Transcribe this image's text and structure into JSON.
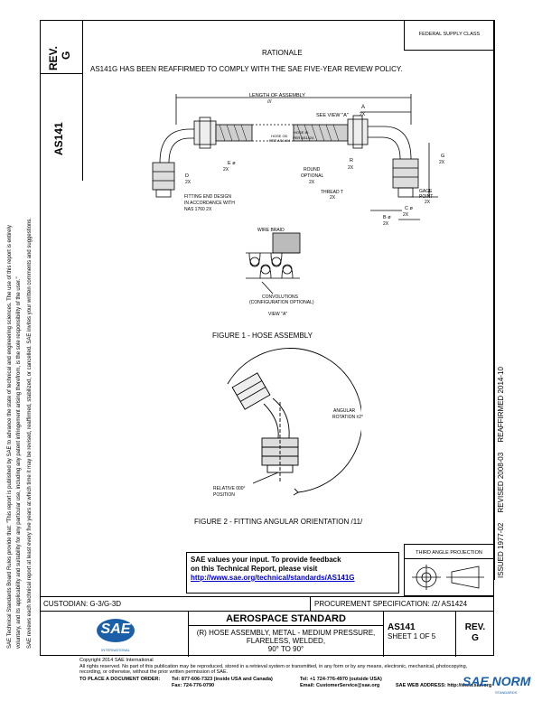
{
  "header": {
    "rev_label": "REV.",
    "rev_value": "G",
    "doc_number": "AS141",
    "federal_supply_class": "FEDERAL SUPPLY CLASS"
  },
  "side_notice": {
    "line1": "SAE Technical Standards Board Rules provide that: \"This report is published by SAE to advance the state of technical and engineering sciences. The use of this report is entirely",
    "line2": "voluntary, and its applicability and suitability for any particular use, including any patent infringement arising therefrom, is the sole responsibility of the user.\"",
    "line3": "SAE reviews each technical report at least every five years at which time it may be revised, reaffirmed, stabilized, or cancelled. SAE invites your written comments and suggestions."
  },
  "right_strip": {
    "issued": "ISSUED 1977-02",
    "revised": "REVISED 2008-03",
    "reaffirmed": "REAFFIRMED 2014-10"
  },
  "rationale": {
    "heading": "RATIONALE",
    "text": "AS141G HAS BEEN REAFFIRMED TO COMPLY WITH THE SAE FIVE-YEAR REVIEW POLICY."
  },
  "figure1": {
    "caption": "FIGURE 1 - HOSE ASSEMBLY",
    "labels": {
      "length": "LENGTH OF ASSEMBLY",
      "length_sym": "///",
      "see_view": "SEE VIEW \"A\"",
      "a_dim": "A",
      "a_count": "2X",
      "hose_od": "HOSE OD",
      "per_as": "PER AS1464",
      "hose_id": "HOSE ID",
      "per_as2": "PER AS1424",
      "e_dim": "E",
      "e_sub": "ø",
      "e_count": "2X",
      "d_dim": "D",
      "d_count": "2X",
      "round": "ROUND",
      "optional": "OPTIONAL",
      "round_count": "2X",
      "r_dim": "R",
      "r_count": "2X",
      "g_dim": "G",
      "g_count": "2X",
      "thread": "THREAD T",
      "thread_count": "2X",
      "gage": "GAGE",
      "point": "POINT",
      "gage_count": "2X",
      "fitting1": "FITTING END DESIGN",
      "fitting2": "IN ACCORDANCE WITH",
      "fitting3": "NAS 1760 2X",
      "b_dim": "B",
      "b_sub": "ø",
      "b_count": "2X",
      "c_dim": "C",
      "c_sub": "ø",
      "c_count": "2X",
      "wire_braid": "WIRE BRAID",
      "conv1": "CONVOLUTIONS",
      "conv2": "(CONFIGURATION OPTIONAL)",
      "view_a": "VIEW \"A\""
    }
  },
  "figure2": {
    "caption": "FIGURE 2 - FITTING ANGULAR ORIENTATION /11/",
    "angular1": "ANGULAR",
    "angular2": "ROTATION ±2°",
    "relative1": "RELATIVE 000°",
    "relative2": "POSITION"
  },
  "feedback": {
    "line1": "SAE values your input. To provide feedback",
    "line2": "on this Technical Report, please visit",
    "link": "http://www.sae.org/technical/standards/AS141G"
  },
  "projection": {
    "title": "THIRD ANGLE PROJECTION"
  },
  "title_block": {
    "custodian": "CUSTODIAN: G-3/G-3D",
    "procurement": "PROCUREMENT SPECIFICATION: /2/ AS1424",
    "standard_type": "AEROSPACE STANDARD",
    "desc1": "(R) HOSE ASSEMBLY, METAL - MEDIUM PRESSURE,",
    "desc2": "FLARELESS, WELDED,",
    "desc3": "90° TO 90°",
    "doc_number": "AS141",
    "sheet": "SHEET 1 OF 5",
    "rev_label": "REV.",
    "rev_value": "G",
    "logo_text": "SAE",
    "logo_sub": "INTERNATIONAL"
  },
  "footer": {
    "copyright": "Copyright 2014 SAE International",
    "rights1": "All rights reserved. No part of this publication may be reproduced, stored in a retrieval system or transmitted, in any form or by any means, electronic, mechanical, photocopying,",
    "rights2": "recording, or otherwise, without the prior written permission of SAE.",
    "order_label": "TO PLACE A DOCUMENT ORDER:",
    "tel1": "Tel: 877-606-7323 (inside USA and Canada)",
    "fax": "Fax: 724-776-0790",
    "tel2": "Tel: +1 724-776-4970 (outside USA)",
    "email": "Email: CustomerService@sae.org",
    "web": "SAE WEB ADDRESS: http://www.sae.org"
  },
  "watermark": {
    "text": "SAE NORM",
    "sub": "STANDARDS"
  }
}
